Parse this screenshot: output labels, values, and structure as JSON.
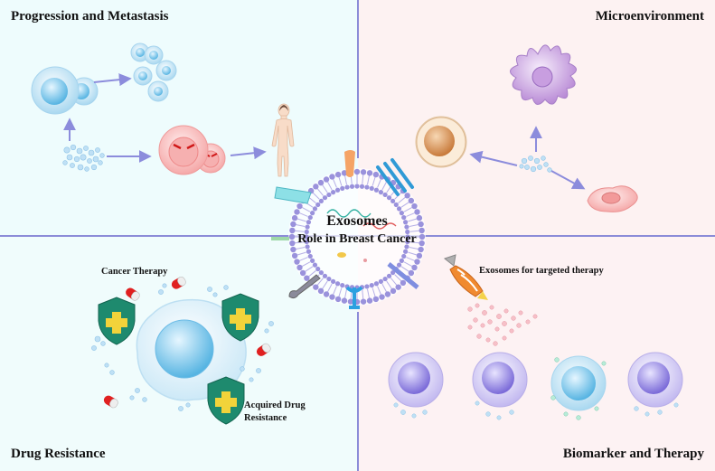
{
  "quadrants": {
    "top_left": {
      "title": "Progression and Metastasis",
      "bg": "#eefcfd"
    },
    "top_right": {
      "title": "Microenvironment",
      "bg": "#fdf2f2"
    },
    "bottom_left": {
      "title": "Drug Resistance",
      "bg": "#f0fcfc"
    },
    "bottom_right": {
      "title": "Biomarker and Therapy",
      "bg": "#fdf2f3"
    }
  },
  "center": {
    "line1": "Exosomes",
    "line2": "Role in Breast Cancer"
  },
  "labels": {
    "cancer_therapy": "Cancer Therapy",
    "acquired_resistance_line1": "Acquired Drug",
    "acquired_resistance_line2": "Resistance",
    "targeted_therapy": "Exosomes for targeted therapy"
  },
  "colors": {
    "divider": "#8c8cd8",
    "arrow": "#8c8cdc",
    "cell_blue": "#bfe3f5",
    "cell_pink": "#f8c0c0",
    "cell_purple": "#c9a6e0",
    "shield": "#1e8a6e",
    "shield_cross": "#f2d33a"
  }
}
